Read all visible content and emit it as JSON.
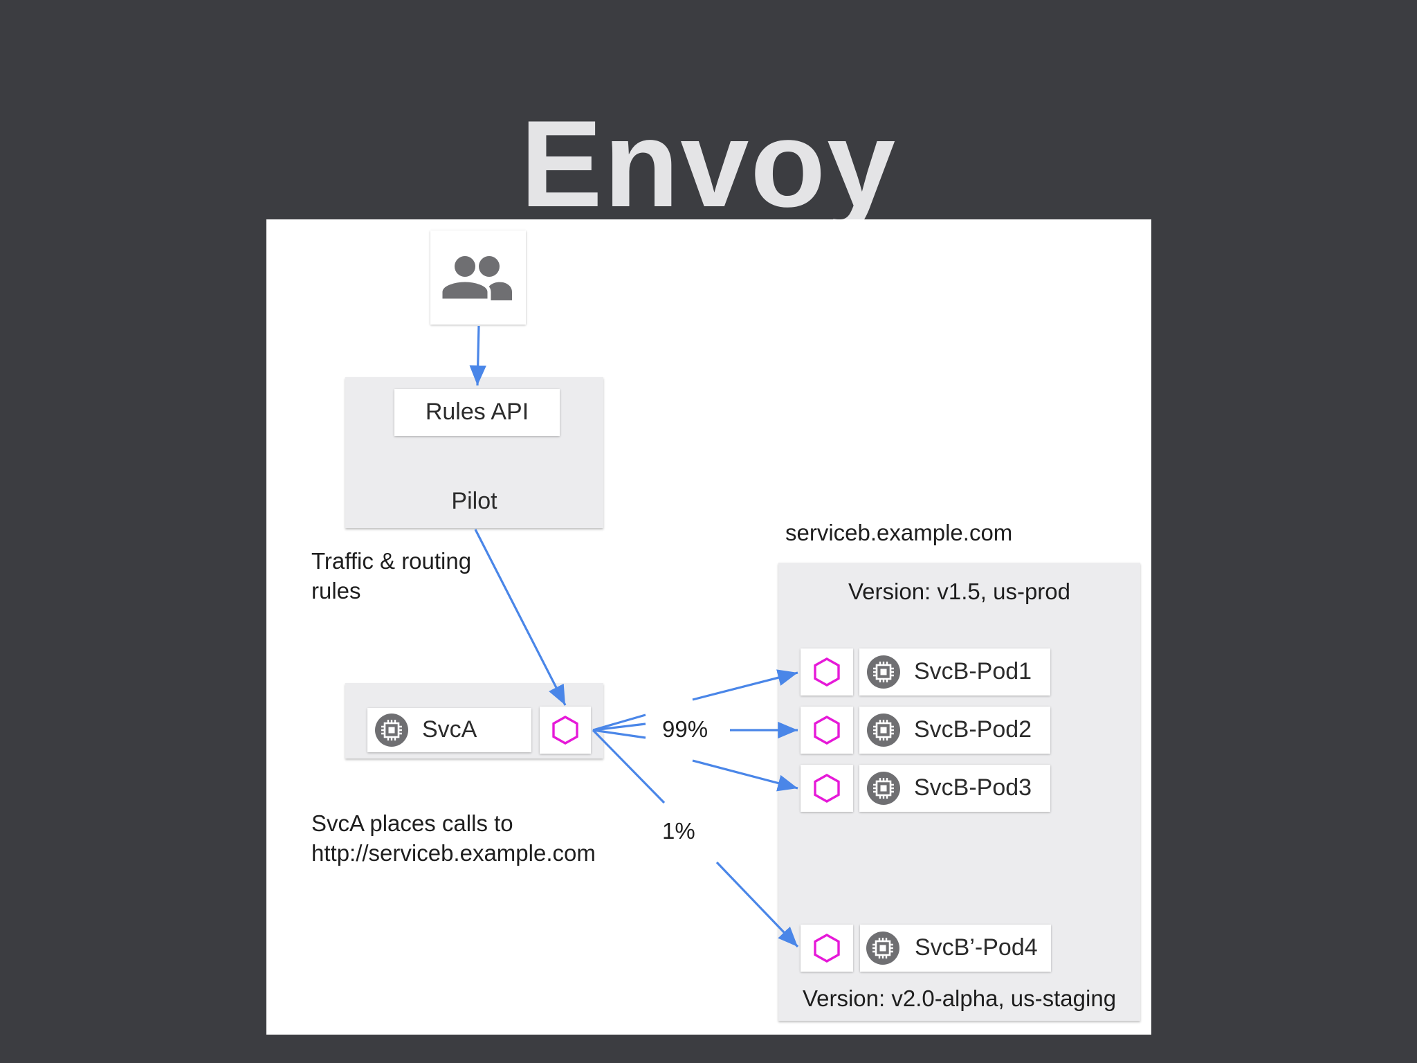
{
  "slide": {
    "title": "Envoy"
  },
  "diagram": {
    "rules_api_label": "Rules API",
    "pilot_label": "Pilot",
    "traffic_rules_label": [
      "Traffic & routing",
      "rules"
    ],
    "svca_label": "SvcA",
    "svca_note": [
      "SvcA places calls to",
      "http://serviceb.example.com"
    ],
    "serviceb_host": "serviceb.example.com",
    "version_prod": "Version: v1.5, us-prod",
    "version_staging": "Version: v2.0-alpha, us-staging",
    "split_major": "99%",
    "split_minor": "1%",
    "pods": [
      "SvcB-Pod1",
      "SvcB-Pod2",
      "SvcB-Pod3",
      "SvcB’-Pod4"
    ]
  },
  "colors": {
    "background": "#3c3d41",
    "arrow": "#4a86e8",
    "proxy_hexagon": "#e619d8",
    "icon_gray": "#6f6f72",
    "panel": "#ececee"
  },
  "icons": {
    "users": "users-icon",
    "chip": "chip-icon",
    "proxy": "hexagon-icon"
  }
}
